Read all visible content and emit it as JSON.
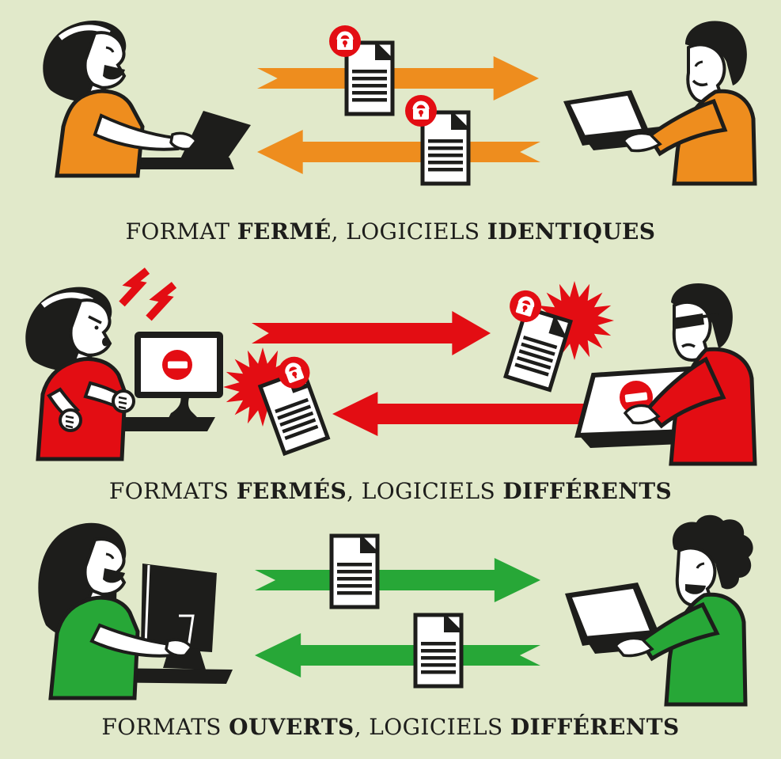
{
  "colors": {
    "background": "#e1e9ca",
    "arrow_orange": "#ee8d1e",
    "alert_red": "#e30d13",
    "open_green": "#27a737",
    "ink": "#1d1d1b",
    "paper": "#ffffff"
  },
  "sections": [
    {
      "name": "closed-format-identical-software",
      "caption": [
        {
          "text": "FORMAT ",
          "bold": false
        },
        {
          "text": "FERMÉ",
          "bold": true
        },
        {
          "text": ", LOGICIELS ",
          "bold": false
        },
        {
          "text": "IDENTIQUES",
          "bold": true
        }
      ],
      "arrow_color": "orange",
      "documents_locked": true,
      "left_person": {
        "shirt": "orange",
        "device": "laptop",
        "mood": "happy"
      },
      "right_person": {
        "shirt": "orange",
        "device": "laptop",
        "mood": "happy"
      }
    },
    {
      "name": "closed-formats-different-software",
      "caption": [
        {
          "text": "FORMATS ",
          "bold": false
        },
        {
          "text": "FERMÉS",
          "bold": true
        },
        {
          "text": ", LOGICIELS ",
          "bold": false
        },
        {
          "text": "DIFFÉRENTS",
          "bold": true
        }
      ],
      "arrow_color": "red",
      "documents_locked": true,
      "left_person": {
        "shirt": "red",
        "device": "desktop-blocked",
        "mood": "angry"
      },
      "right_person": {
        "shirt": "red",
        "device": "laptop-blocked",
        "mood": "angry"
      }
    },
    {
      "name": "open-formats-different-software",
      "caption": [
        {
          "text": "FORMATS ",
          "bold": false
        },
        {
          "text": "OUVERTS",
          "bold": true
        },
        {
          "text": ", LOGICIELS ",
          "bold": false
        },
        {
          "text": "DIFFÉRENTS",
          "bold": true
        }
      ],
      "arrow_color": "green",
      "documents_locked": false,
      "left_person": {
        "shirt": "green",
        "device": "desktop",
        "mood": "happy"
      },
      "right_person": {
        "shirt": "green",
        "device": "laptop",
        "mood": "happy"
      }
    }
  ],
  "icons": {
    "lock": "padlock-badge",
    "document": "paper-sheet-with-folded-corner",
    "burst": "explosion-starburst",
    "lightning": "anger-lightning-bolts",
    "no_entry": "no-entry-blocked-sign",
    "arrow": "fishtail-transfer-arrow"
  }
}
